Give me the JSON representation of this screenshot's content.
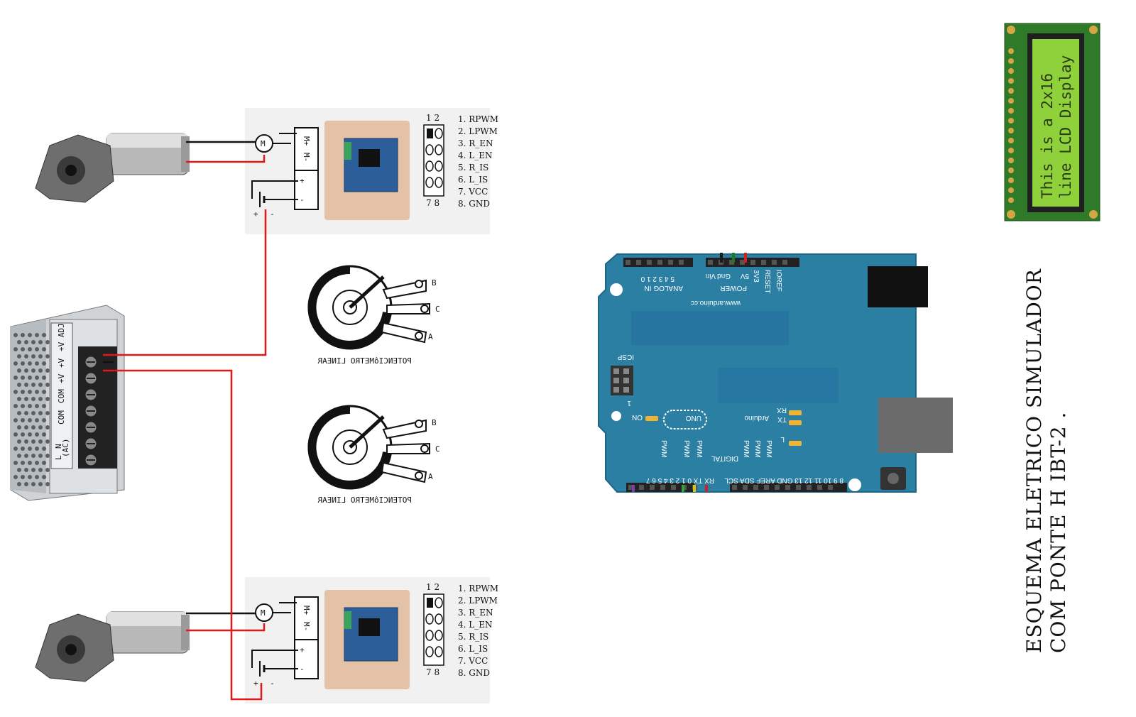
{
  "lcd": {
    "line1": "This is a 2x16",
    "line2": "line LCD Display"
  },
  "driver_pinout": {
    "header_top": "1 2",
    "header_bottom": "7 8",
    "pins": [
      "1. RPWM",
      "2. LPWM",
      "3. R_EN",
      "4. L_EN",
      "5. R_IS",
      "6. L_IS",
      "7. VCC",
      "8. GND"
    ]
  },
  "driver_schematic": {
    "motor_symbol": "M",
    "plus": "+",
    "minus": "-",
    "term_m_plus": "M+",
    "term_m_minus": "M-",
    "term_plus": "+",
    "term_minus": "-"
  },
  "potentiometer": {
    "label": "POTENCIôMETRO LINEAR",
    "pin_a": "A",
    "pin_b": "B",
    "pin_c": "C"
  },
  "power_supply": {
    "terminals": [
      "L",
      "N",
      "(AC)",
      "COM",
      "COM",
      "+V",
      "+V",
      "+V ADJ"
    ]
  },
  "arduino": {
    "brand": "Arduino",
    "model": "UNO",
    "website": "www.arduino.cc",
    "analog_in": "ANALOG IN",
    "power": "POWER",
    "icsp": "ICSP",
    "on": "ON",
    "tx": "TX",
    "rx": "RX",
    "l": "L",
    "digital": "DIGITAL",
    "pwm": "PWM",
    "analog_pins": "5 4 3 2 1 0",
    "power_pins": [
      "Vin",
      "Gnd",
      "5V",
      "3V3",
      "RESET",
      "IOREF"
    ],
    "digital_pins_left": "RX TX 0 1 2 3 4 5 6 7",
    "digital_pins_right": "8 9 10 11 12 13 GND AREF SDA SCL",
    "icsp_one": "1"
  },
  "title": {
    "line1": "ESQUEMA ELETRICO  SIMULADOR",
    "line2": "COM PONTE H IBT-2 ."
  },
  "colors": {
    "wire_red": "#e01818",
    "wire_black": "#111111",
    "arduino_blue": "#2a7fa3",
    "lcd_green": "#8fd13a",
    "lcd_board": "#2f7a28"
  }
}
